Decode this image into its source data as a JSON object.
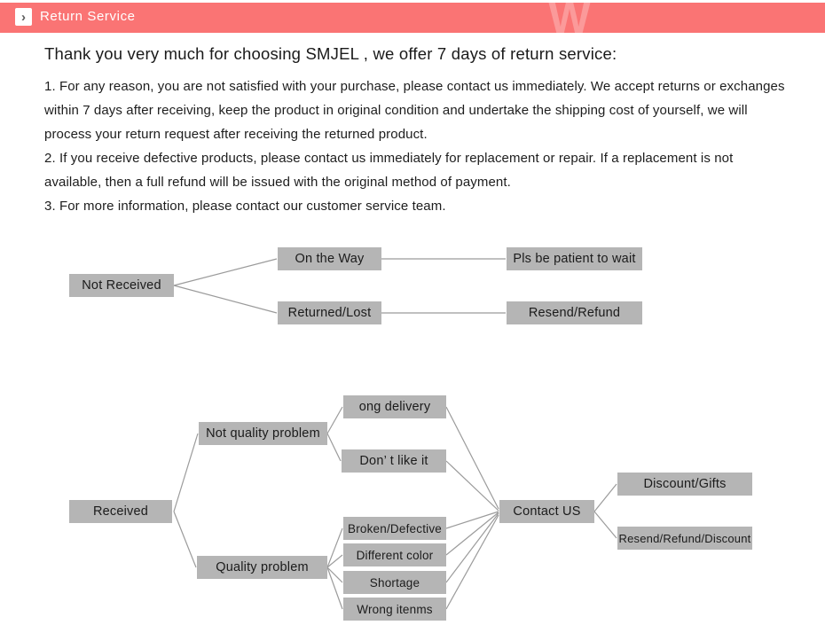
{
  "header": {
    "title": "Return Service",
    "chevron_icon": "›",
    "watermark": "W",
    "accent_color": "#fa7474"
  },
  "intro": {
    "title": "Thank you very much for choosing SMJEL , we offer 7 days of return service:",
    "paragraphs": [
      "1. For any reason, you are not satisfied with your purchase, please contact us immediately. We accept returns or exchanges within 7 days after receiving, keep the product in original condition and undertake the shipping cost of yourself, we will process your return request after receiving the returned product.",
      "2. If you receive defective products, please contact us immediately for replacement or repair. If a replacement is not available, then a full refund will be issued with the original method of payment.",
      "3. For more information, please contact our customer service team."
    ]
  },
  "diagram_style": {
    "node_fill": "#b5b5b5",
    "node_text_color": "#1b1b1b",
    "connector_color": "#9b9b9b"
  },
  "flowcharts": [
    {
      "name": "not-received-flow",
      "nodes": {
        "not_received": "Not Received",
        "on_the_way": "On the Way",
        "returned_lost": "Returned/Lost",
        "pls_be_patient": "Pls be patient to wait",
        "resend_refund": "Resend/Refund"
      },
      "edges": [
        [
          "not_received",
          "on_the_way"
        ],
        [
          "not_received",
          "returned_lost"
        ],
        [
          "on_the_way",
          "pls_be_patient"
        ],
        [
          "returned_lost",
          "resend_refund"
        ]
      ]
    },
    {
      "name": "received-flow",
      "nodes": {
        "received": "Received",
        "not_quality_problem": "Not quality problem",
        "quality_problem": "Quality problem",
        "long_delivery": "ong delivery",
        "dont_like_it": "Don’ t like it",
        "broken_defective": "Broken/Defective",
        "different_color": "Different color",
        "shortage": "Shortage",
        "wrong_items": "Wrong itenms",
        "contact_us": "Contact US",
        "discount_gifts": "Discount/Gifts",
        "resend_refund_discount": "Resend/Refund/Discount"
      },
      "edges": [
        [
          "received",
          "not_quality_problem"
        ],
        [
          "received",
          "quality_problem"
        ],
        [
          "not_quality_problem",
          "long_delivery"
        ],
        [
          "not_quality_problem",
          "dont_like_it"
        ],
        [
          "quality_problem",
          "broken_defective"
        ],
        [
          "quality_problem",
          "different_color"
        ],
        [
          "quality_problem",
          "shortage"
        ],
        [
          "quality_problem",
          "wrong_items"
        ],
        [
          "long_delivery",
          "contact_us"
        ],
        [
          "dont_like_it",
          "contact_us"
        ],
        [
          "broken_defective",
          "contact_us"
        ],
        [
          "different_color",
          "contact_us"
        ],
        [
          "shortage",
          "contact_us"
        ],
        [
          "wrong_items",
          "contact_us"
        ],
        [
          "contact_us",
          "discount_gifts"
        ],
        [
          "contact_us",
          "resend_refund_discount"
        ]
      ]
    }
  ]
}
